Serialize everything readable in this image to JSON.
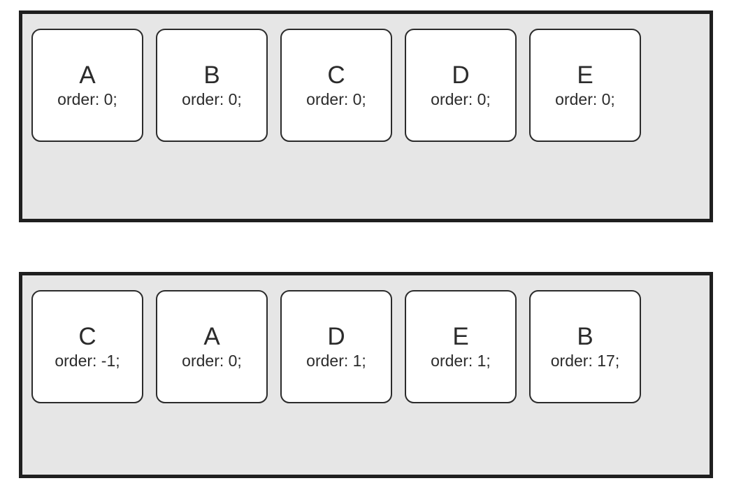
{
  "figure": {
    "description": "CSS flexbox order property diagram with two flex containers",
    "colors": {
      "page_bg": "#ffffff",
      "container_bg": "#e6e6e6",
      "container_border": "#1f1f1f",
      "box_bg": "#ffffff",
      "box_border": "#2b2b2b",
      "text": "#2b2b2b"
    }
  },
  "containers": [
    {
      "name": "default-source-order",
      "items": [
        {
          "label": "A",
          "order": "order: 0;"
        },
        {
          "label": "B",
          "order": "order: 0;"
        },
        {
          "label": "C",
          "order": "order: 0;"
        },
        {
          "label": "D",
          "order": "order: 0;"
        },
        {
          "label": "E",
          "order": "order: 0;"
        }
      ]
    },
    {
      "name": "custom-order-values",
      "items": [
        {
          "label": "C",
          "order": "order: -1;"
        },
        {
          "label": "A",
          "order": "order: 0;"
        },
        {
          "label": "D",
          "order": "order: 1;"
        },
        {
          "label": "E",
          "order": "order: 1;"
        },
        {
          "label": "B",
          "order": "order: 17;"
        }
      ]
    }
  ]
}
